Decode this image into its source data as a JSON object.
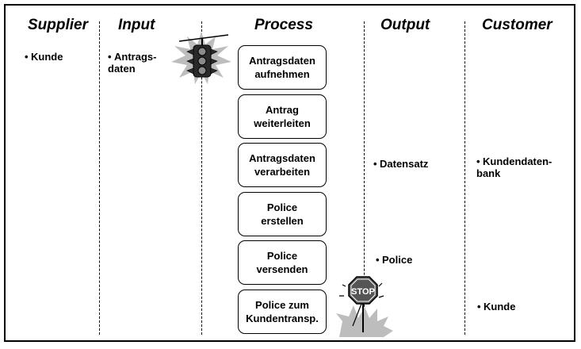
{
  "columns": {
    "supplier": "Supplier",
    "input": "Input",
    "process": "Process",
    "output": "Output",
    "customer": "Customer"
  },
  "supplier_items": [
    "Kunde"
  ],
  "input_items": [
    "Antrags-\ndaten"
  ],
  "process_steps": [
    "Antragsdaten\naufnehmen",
    "Antrag\nweiterleiten",
    "Antragsdaten\nverarbeiten",
    "Police\nerstellen",
    "Police\nversenden",
    "Police zum\nKundentransp."
  ],
  "output_items": [
    "Datensatz",
    "Police"
  ],
  "customer_items": [
    "Kundendaten-\nbank",
    "Kunde"
  ],
  "bullet_char": "•",
  "icons": {
    "start": "traffic-light-icon",
    "end": "stop-sign-icon",
    "stop_text": "STOP"
  },
  "colors": {
    "border": "#000000",
    "traffic_light": "#2a2a2a",
    "burst": "#bdbdbd",
    "stop_sign": "#555555"
  }
}
